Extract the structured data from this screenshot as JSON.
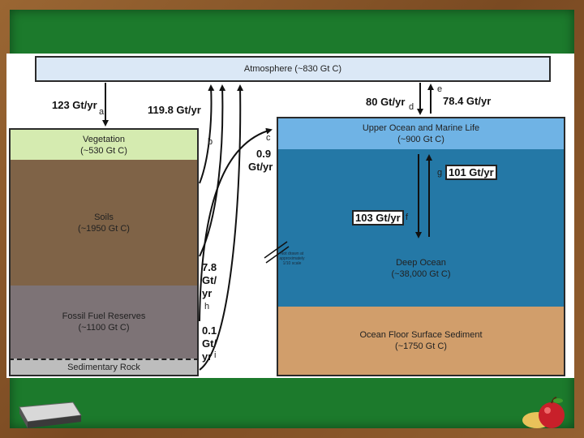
{
  "atmosphere": "Atmosphere (~830 Gt C)",
  "vegetation": {
    "name": "Vegetation",
    "amount": "(~530 Gt C)"
  },
  "soils": {
    "name": "Soils",
    "amount": "(~1950 Gt C)"
  },
  "fossil": {
    "name": "Fossil Fuel Reserves",
    "amount": "(~1100 Gt C)"
  },
  "sedimentary": "Sedimentary Rock",
  "upper_ocean": {
    "name": "Upper Ocean and Marine Life",
    "amount": "(~900 Gt C)"
  },
  "deep_ocean": {
    "name": "Deep Ocean",
    "amount": "(~38,000 Gt C)"
  },
  "ocean_floor": {
    "name": "Ocean Floor Surface Sediment",
    "amount": "(~1750 Gt C)"
  },
  "scale_note": "Not drawn at approximately 1/10 scale",
  "fluxes": {
    "a": {
      "value": "123 Gt/yr",
      "letter": "a"
    },
    "b": {
      "value": "119.8 Gt/yr",
      "letter": "b"
    },
    "c": {
      "value_1": "0.9",
      "value_2": "Gt/yr",
      "letter": "c"
    },
    "d": {
      "value": "80 Gt/yr",
      "letter": "d"
    },
    "e": {
      "value": "78.4 Gt/yr",
      "letter": "e"
    },
    "f": {
      "value": "103 Gt/yr",
      "letter": "f"
    },
    "g": {
      "value": "101 Gt/yr",
      "letter": "g"
    },
    "h": {
      "line_1": "7.8",
      "line_2": "Gt/",
      "line_3": "yr",
      "letter": "h"
    },
    "i": {
      "line_1": "0.1",
      "line_2": "Gt/",
      "line_3": "yr",
      "letter": "i"
    }
  }
}
